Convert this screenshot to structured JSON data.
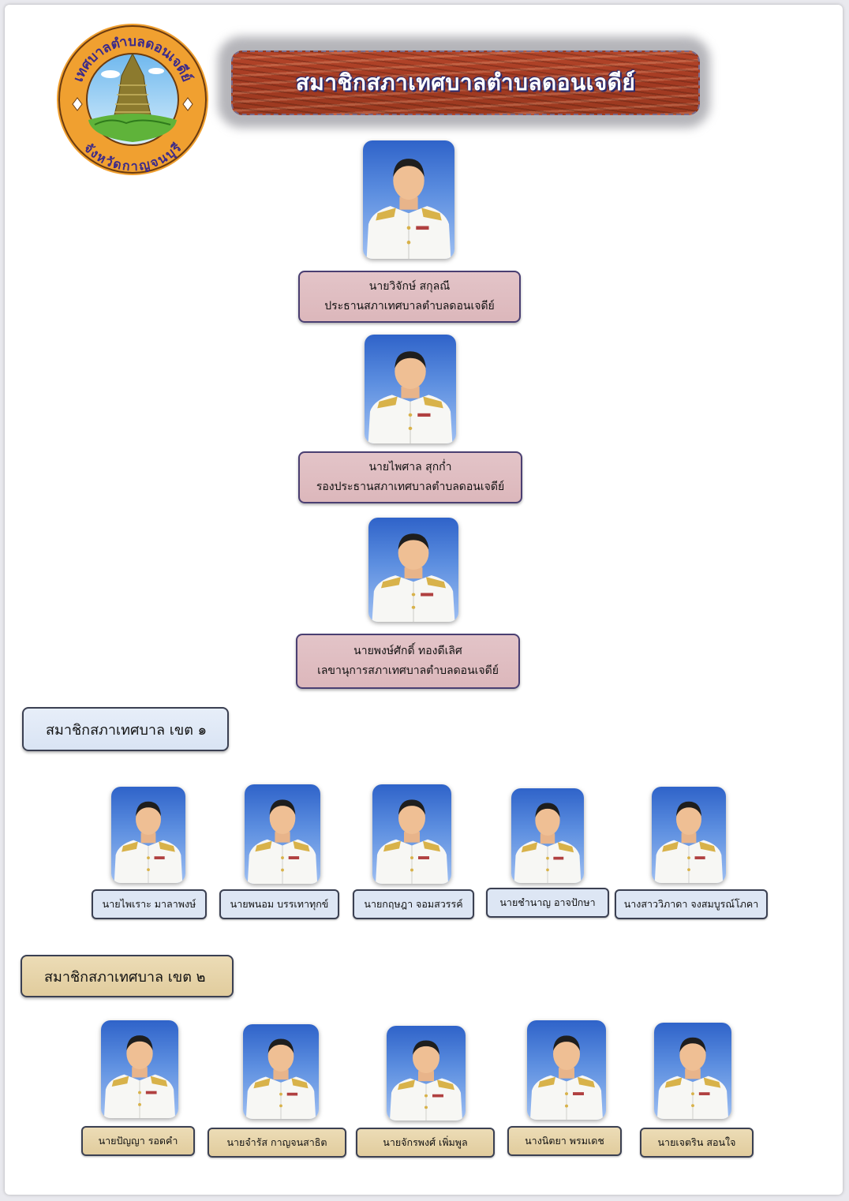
{
  "title": "สมาชิกสภาเทศบาลตำบลดอนเจดีย์",
  "seal": {
    "top_text": "เทศบาลตำบลดอนเจดีย์",
    "bottom_text": "จังหวัดกาญจนบุรี"
  },
  "leaders": [
    {
      "name": "นายวิจักษ์  สกุลณี",
      "role": "ประธานสภาเทศบาลตำบลดอนเจดีย์"
    },
    {
      "name": "นายไพศาล  สุกก่ำ",
      "role": "รองประธานสภาเทศบาลตำบลดอนเจดีย์"
    },
    {
      "name": "นายพงษ์ศักดิ์ ทองดีเลิศ",
      "role": "เลขานุการสภาเทศบาลตำบลดอนเจดีย์"
    }
  ],
  "zone1": {
    "heading": "สมาชิกสภาเทศบาล เขต ๑",
    "members": [
      {
        "name": "นายไพเราะ มาลาพงษ์"
      },
      {
        "name": "นายพนอม บรรเทาทุกข์"
      },
      {
        "name": "นายกฤษฎา จอมสวรรค์"
      },
      {
        "name": "นายชำนาญ  อาจปักษา"
      },
      {
        "name": "นางสาววิภาดา จงสมบูรณ์โภคา"
      }
    ]
  },
  "zone2": {
    "heading": "สมาชิกสภาเทศบาล เขต ๒",
    "members": [
      {
        "name": "นายปัญญา  รอดคำ"
      },
      {
        "name": "นายจำรัส  กาญจนสาธิต"
      },
      {
        "name": "นายจักรพงศ์  เพิ่มพูล"
      },
      {
        "name": "นางนิตยา  พรมเดช"
      },
      {
        "name": "นายเจตริน  สอนใจ"
      }
    ]
  },
  "colors": {
    "banner": "#a83e24",
    "leader_box": "#dfbcc0",
    "zone1_box": "#dde6f4",
    "zone2_box": "#e6d3a8",
    "photo_bg": "#2f63c9"
  }
}
